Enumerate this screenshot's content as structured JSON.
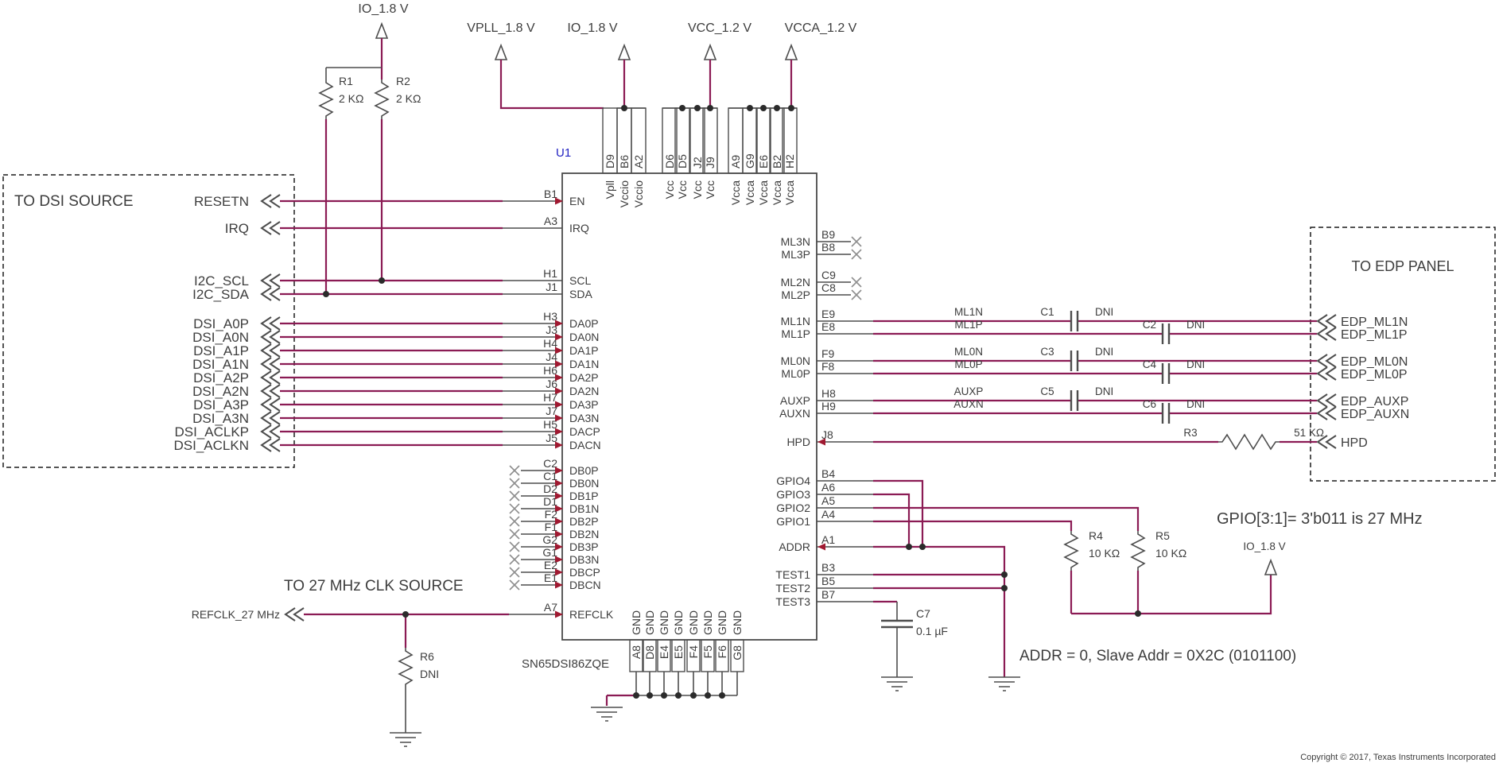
{
  "power": {
    "io18_top": "IO_1.8 V",
    "rails": [
      "VPLL_1.8 V",
      "IO_1.8 V",
      "VCC_1.2 V",
      "VCCA_1.2 V"
    ],
    "io18_gpio": "IO_1.8 V"
  },
  "chip": {
    "refdes": "U1",
    "part": "SN65DSI86ZQE",
    "top_pins": [
      {
        "num": "D9",
        "name": "Vpll"
      },
      {
        "num": "B6",
        "name": "Vccio"
      },
      {
        "num": "A2",
        "name": "Vccio"
      },
      {
        "num": "D6",
        "name": "Vcc"
      },
      {
        "num": "D5",
        "name": "Vcc"
      },
      {
        "num": "J2",
        "name": "Vcc"
      },
      {
        "num": "J9",
        "name": "Vcc"
      },
      {
        "num": "A9",
        "name": "Vcca"
      },
      {
        "num": "G9",
        "name": "Vcca"
      },
      {
        "num": "E6",
        "name": "Vcca"
      },
      {
        "num": "B2",
        "name": "Vcca"
      },
      {
        "num": "H2",
        "name": "Vcca"
      }
    ],
    "left_pins": [
      {
        "num": "B1",
        "name": "EN"
      },
      {
        "num": "A3",
        "name": "IRQ"
      },
      {
        "num": "H1",
        "name": "SCL"
      },
      {
        "num": "J1",
        "name": "SDA"
      },
      {
        "num": "H3",
        "name": "DA0P"
      },
      {
        "num": "J3",
        "name": "DA0N"
      },
      {
        "num": "H4",
        "name": "DA1P"
      },
      {
        "num": "J4",
        "name": "DA1N"
      },
      {
        "num": "H6",
        "name": "DA2P"
      },
      {
        "num": "J6",
        "name": "DA2N"
      },
      {
        "num": "H7",
        "name": "DA3P"
      },
      {
        "num": "J7",
        "name": "DA3N"
      },
      {
        "num": "H5",
        "name": "DACP"
      },
      {
        "num": "J5",
        "name": "DACN"
      },
      {
        "num": "C2",
        "name": "DB0P"
      },
      {
        "num": "C1",
        "name": "DB0N"
      },
      {
        "num": "D2",
        "name": "DB1P"
      },
      {
        "num": "D1",
        "name": "DB1N"
      },
      {
        "num": "F2",
        "name": "DB2P"
      },
      {
        "num": "F1",
        "name": "DB2N"
      },
      {
        "num": "G2",
        "name": "DB3P"
      },
      {
        "num": "G1",
        "name": "DB3N"
      },
      {
        "num": "E2",
        "name": "DBCP"
      },
      {
        "num": "E1",
        "name": "DBCN"
      },
      {
        "num": "A7",
        "name": "REFCLK"
      }
    ],
    "right_pins": [
      {
        "num": "B9",
        "name": "ML3N"
      },
      {
        "num": "B8",
        "name": "ML3P"
      },
      {
        "num": "C9",
        "name": "ML2N"
      },
      {
        "num": "C8",
        "name": "ML2P"
      },
      {
        "num": "E9",
        "name": "ML1N"
      },
      {
        "num": "E8",
        "name": "ML1P"
      },
      {
        "num": "F9",
        "name": "ML0N"
      },
      {
        "num": "F8",
        "name": "ML0P"
      },
      {
        "num": "H8",
        "name": "AUXP"
      },
      {
        "num": "H9",
        "name": "AUXN"
      },
      {
        "num": "J8",
        "name": "HPD"
      },
      {
        "num": "B4",
        "name": "GPIO4"
      },
      {
        "num": "A6",
        "name": "GPIO3"
      },
      {
        "num": "A5",
        "name": "GPIO2"
      },
      {
        "num": "A4",
        "name": "GPIO1"
      },
      {
        "num": "A1",
        "name": "ADDR"
      },
      {
        "num": "B3",
        "name": "TEST1"
      },
      {
        "num": "B5",
        "name": "TEST2"
      },
      {
        "num": "B7",
        "name": "TEST3"
      }
    ],
    "bottom_pins": [
      {
        "num": "A8",
        "name": "GND"
      },
      {
        "num": "D8",
        "name": "GND"
      },
      {
        "num": "E4",
        "name": "GND"
      },
      {
        "num": "E5",
        "name": "GND"
      },
      {
        "num": "F4",
        "name": "GND"
      },
      {
        "num": "F5",
        "name": "GND"
      },
      {
        "num": "F6",
        "name": "GND"
      },
      {
        "num": "G8",
        "name": "GND"
      }
    ]
  },
  "connectors": {
    "dsi": {
      "title": "TO DSI SOURCE",
      "signals": [
        "RESETN",
        "IRQ",
        "I2C_SCL",
        "I2C_SDA",
        "DSI_A0P",
        "DSI_A0N",
        "DSI_A1P",
        "DSI_A1N",
        "DSI_A2P",
        "DSI_A2N",
        "DSI_A3P",
        "DSI_A3N",
        "DSI_ACLKP",
        "DSI_ACLKN"
      ]
    },
    "edp": {
      "title": "TO EDP PANEL",
      "signals": [
        "EDP_ML1N",
        "EDP_ML1P",
        "EDP_ML0N",
        "EDP_ML0P",
        "EDP_AUXP",
        "EDP_AUXN",
        "HPD"
      ]
    },
    "clk": {
      "title": "TO 27 MHz CLK SOURCE",
      "signal": "REFCLK_27 MHz"
    }
  },
  "components": {
    "r1": {
      "ref": "R1",
      "value": "2 KΩ"
    },
    "r2": {
      "ref": "R2",
      "value": "2 KΩ"
    },
    "r3": {
      "ref": "R3",
      "value": "51 KΩ"
    },
    "r4": {
      "ref": "R4",
      "value": "10 KΩ"
    },
    "r5": {
      "ref": "R5",
      "value": "10 KΩ"
    },
    "r6": {
      "ref": "R6",
      "value": "DNI"
    },
    "caps": [
      {
        "ref": "C1",
        "value": "DNI"
      },
      {
        "ref": "C2",
        "value": "DNI"
      },
      {
        "ref": "C3",
        "value": "DNI"
      },
      {
        "ref": "C4",
        "value": "DNI"
      },
      {
        "ref": "C5",
        "value": "DNI"
      },
      {
        "ref": "C6",
        "value": "DNI"
      }
    ],
    "c7": {
      "ref": "C7",
      "value": "0.1 µF"
    }
  },
  "nets": [
    "ML1N",
    "ML1P",
    "ML0N",
    "ML0P",
    "AUXP",
    "AUXN"
  ],
  "annotations": {
    "gpio": "GPIO[3:1]= 3'b011 is 27 MHz",
    "addr": "ADDR = 0, Slave Addr = 0X2C (0101100)",
    "copyright": "Copyright © 2017, Texas Instruments Incorporated"
  },
  "colors": {
    "wire": "#8b1b54",
    "line": "#4d4d4d",
    "refdes": "#2323c2"
  }
}
